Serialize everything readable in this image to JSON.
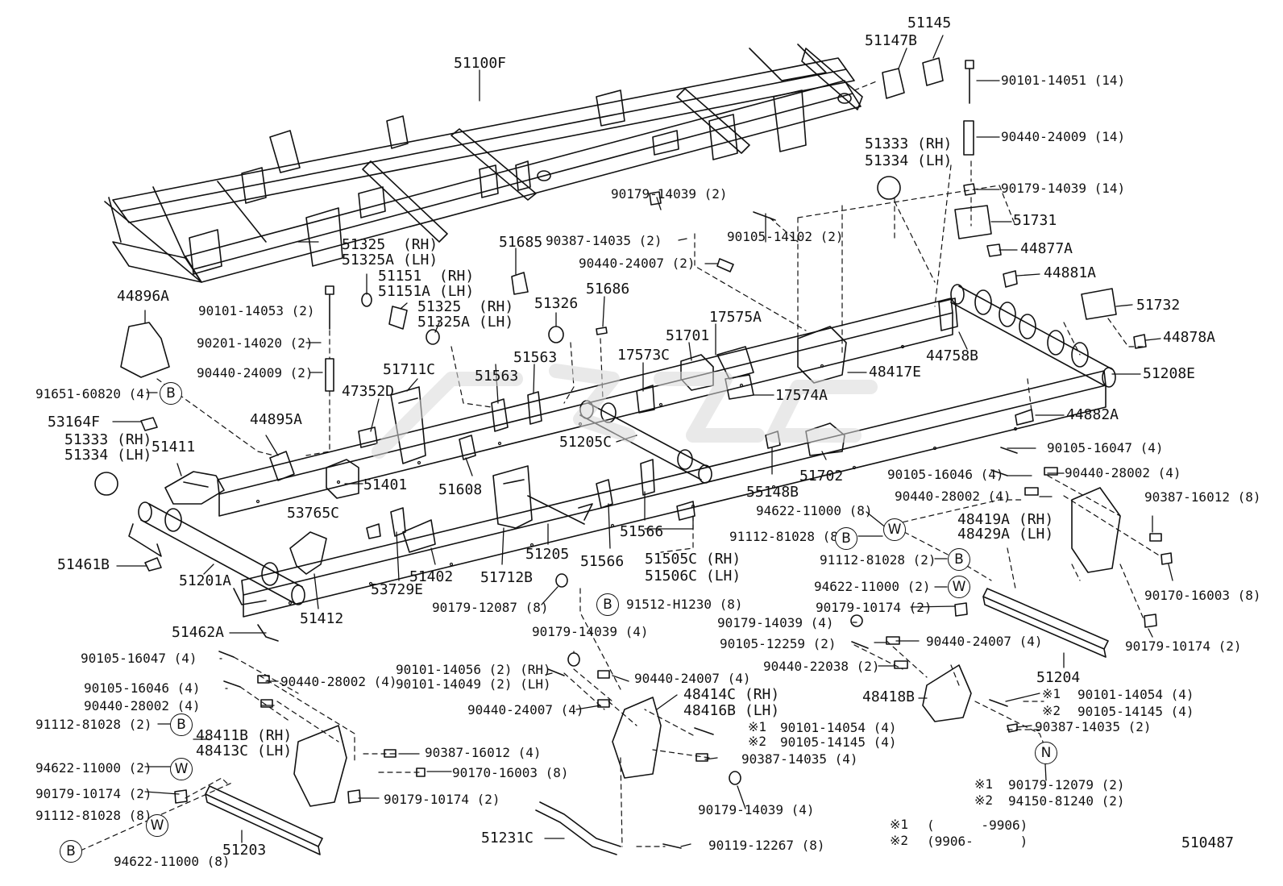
{
  "diagram_id": "510487",
  "footnotes": [
    {
      "mark": "※1",
      "range": "(      -9906)"
    },
    {
      "mark": "※2",
      "range": "(9906-      )"
    }
  ],
  "symbols": {
    "B": "B",
    "W": "W",
    "N": "N"
  },
  "callouts": {
    "c51100F": "51100F",
    "c51145": "51145",
    "c51147B": "51147B",
    "c90101_14051": "90101-14051 (14)",
    "c90440_24009_14": "90440-24009 (14)",
    "c51333rh_a": "51333 (RH)",
    "c51334lh_a": "51334 (LH)",
    "c90179_14039_14": "90179-14039 (14)",
    "c51731": "51731",
    "c44877A": "44877A",
    "c44881A": "44881A",
    "c51732": "51732",
    "c44878A": "44878A",
    "c44758B": "44758B",
    "c48417E": "48417E",
    "c51208E": "51208E",
    "c44882A": "44882A",
    "c90179_14039_2": "90179-14039 (2)",
    "c90387_14035_2a": "90387-14035 (2)",
    "c90105_14102": "90105-14102 (2)",
    "c90440_24007_2": "90440-24007 (2)",
    "c51685": "51685",
    "c51686": "51686",
    "c51326": "51326",
    "c17575A": "17575A",
    "c51701": "51701",
    "c17573C": "17573C",
    "c17574A": "17574A",
    "c51325rh": "51325  (RH)",
    "c51325alh": "51325A (LH)",
    "c51151rh": "51151  (RH)",
    "c51151alh": "51151A (LH)",
    "c51325rh2": "51325  (RH)",
    "c51325alh2": "51325A (LH)",
    "c90101_14053": "90101-14053 (2)",
    "c90201_14020": "90201-14020 (2)",
    "c90440_24009_2": "90440-24009 (2)",
    "c44896A": "44896A",
    "c91651": "91651-60820 (4)",
    "c51711C": "51711C",
    "c47352D": "47352D",
    "c51563a": "51563",
    "c51563b": "51563",
    "c53164F": "53164F",
    "c51333rh_b": "51333 (RH)",
    "c51334lh_b": "51334 (LH)",
    "c44895A": "44895A",
    "c51411": "51411",
    "c51401": "51401",
    "c51608": "51608",
    "c51205C": "51205C",
    "c55148B": "55148B",
    "c51702": "51702",
    "c90105_16047_r": "90105-16047 (4)",
    "c90105_16046_r": "90105-16046 (4)",
    "c90440_28002_r1": "90440-28002 (4)",
    "c90440_28002_r2": "90440-28002 (4)",
    "c90387_16012_r": "90387-16012 (8)",
    "c94622_11000_8r": "94622-11000 (8)",
    "c91112_81028_8r": "91112-81028 (8)",
    "c48419A": "48419A (RH)",
    "c48429A": "48429A (LH)",
    "c91112_81028_2r": "91112-81028 (2)",
    "c94622_11000_2r": "94622-11000 (2)",
    "c90179_10174_2r": "90179-10174 (2)",
    "c90170_16003_r": "90170-16003 (8)",
    "c90179_10174_2rr": "90179-10174 (2)",
    "c90179_14039_4r": "90179-14039 (4)",
    "c90105_12259": "90105-12259 (2)",
    "c90440_24007_4r": "90440-24007 (4)",
    "c90440_22038": "90440-22038 (2)",
    "c51204": "51204",
    "c48418B": "48418B",
    "c90101_14054_r": "90101-14054 (4)",
    "c90105_14145_r": "90105-14145 (4)",
    "c90387_14035_2r": "90387-14035 (2)",
    "c90179_12079": "90179-12079 (2)",
    "c94150_81240": "94150-81240 (2)",
    "c53765C": "53765C",
    "c51566a": "51566",
    "c51566b": "51566",
    "c51505C": "51505C (RH)",
    "c51506C": "51506C (LH)",
    "c51461B": "51461B",
    "c51201A": "51201A",
    "c51412": "51412",
    "c51402": "51402",
    "c53729E": "53729E",
    "c51712B": "51712B",
    "c51205": "51205",
    "c90179_12087": "90179-12087 (8)",
    "c91512": "91512-H1230 (8)",
    "c51462A": "51462A",
    "c90179_14039_4m": "90179-14039 (4)",
    "c90105_16047_l": "90105-16047 (4)",
    "c90105_16046_l": "90105-16046 (4)",
    "c90440_28002_l1": "90440-28002 (4)",
    "c90440_28002_l2": "90440-28002 (4)",
    "c90101_14056": "90101-14056 (2) (RH)",
    "c90101_14049": "90101-14049 (2) (LH)",
    "c90440_24007_4m1": "90440-24007 (4)",
    "c90440_24007_4m2": "90440-24007 (4)",
    "c48414C": "48414C (RH)",
    "c48416B": "48416B (LH)",
    "c90101_14054_m": "90101-14054 (4)",
    "c90105_14145_m": "90105-14145 (4)",
    "c90387_14035_4m": "90387-14035 (4)",
    "c90179_14039_4b": "90179-14039 (4)",
    "c91112_81028_2l": "91112-81028 (2)",
    "c48411B": "48411B (RH)",
    "c48413C": "48413C (LH)",
    "c90387_16012_l": "90387-16012 (4)",
    "c90170_16003_l": "90170-16003 (8)",
    "c94622_11000_2l": "94622-11000 (2)",
    "c90179_10174_2l": "90179-10174 (2)",
    "c90179_10174_2l2": "90179-10174 (2)",
    "c91112_81028_8l": "91112-81028 (8)",
    "c51203": "51203",
    "c94622_11000_8l": "94622-11000 (8)",
    "c51231C": "51231C",
    "c90119_12267": "90119-12267 (8)"
  }
}
